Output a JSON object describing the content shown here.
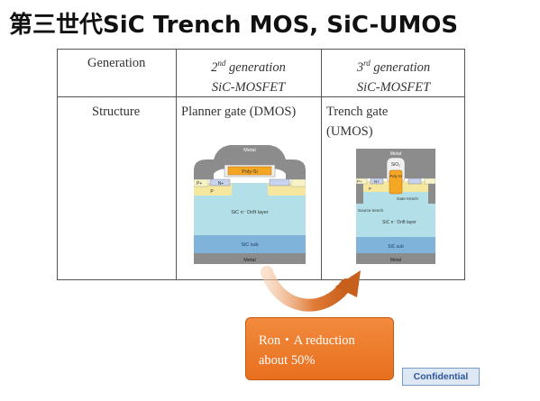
{
  "slide": {
    "title": "第三世代SiC Trench MOS, SiC-UMOS"
  },
  "table": {
    "header": {
      "row_label": "Generation",
      "col2": {
        "prefix": "2",
        "sup": "nd",
        "suffix": " generation",
        "line2": "SiC-MOSFET"
      },
      "col3": {
        "prefix": "3",
        "sup": "rd",
        "suffix": " generation",
        "line2": "SiC-MOSFET"
      }
    },
    "row": {
      "label": "Structure",
      "col2_text": "Planner gate (DMOS)",
      "col3_text": "Trench gate (UMOS)"
    }
  },
  "diagram_dmos": {
    "metal_top": "Metal",
    "poly_si": "Poly-Si",
    "n_plus": "N+",
    "p_plus": "P+",
    "p": "P",
    "drift": "SiC n⁻ Drift layer",
    "sub": "SiC sub",
    "metal_bottom": "Metal"
  },
  "diagram_umos": {
    "metal_top": "Metal",
    "sio2": "SiO₂",
    "poly_si": "Poly-Si",
    "gate_trench": "Gate trench",
    "n_plus": "N+",
    "p_plus": "P+",
    "p": "P",
    "source_trench": "Source trench",
    "drift": "SiC n⁻ Drift layer",
    "sub": "SiC sub",
    "metal_bottom": "Metal"
  },
  "callout": {
    "line1": "Ron・A reduction",
    "line2": "about 50%"
  },
  "footer": {
    "badge": "Confidential"
  },
  "colors": {
    "callout_orange": "#ee7d2e",
    "badge_text": "#2f5597",
    "drift_blue": "#b3e0e8",
    "poly_orange": "#f5a623",
    "p_yellow": "#f5e79e",
    "metal_grey": "#8c8c8c"
  }
}
